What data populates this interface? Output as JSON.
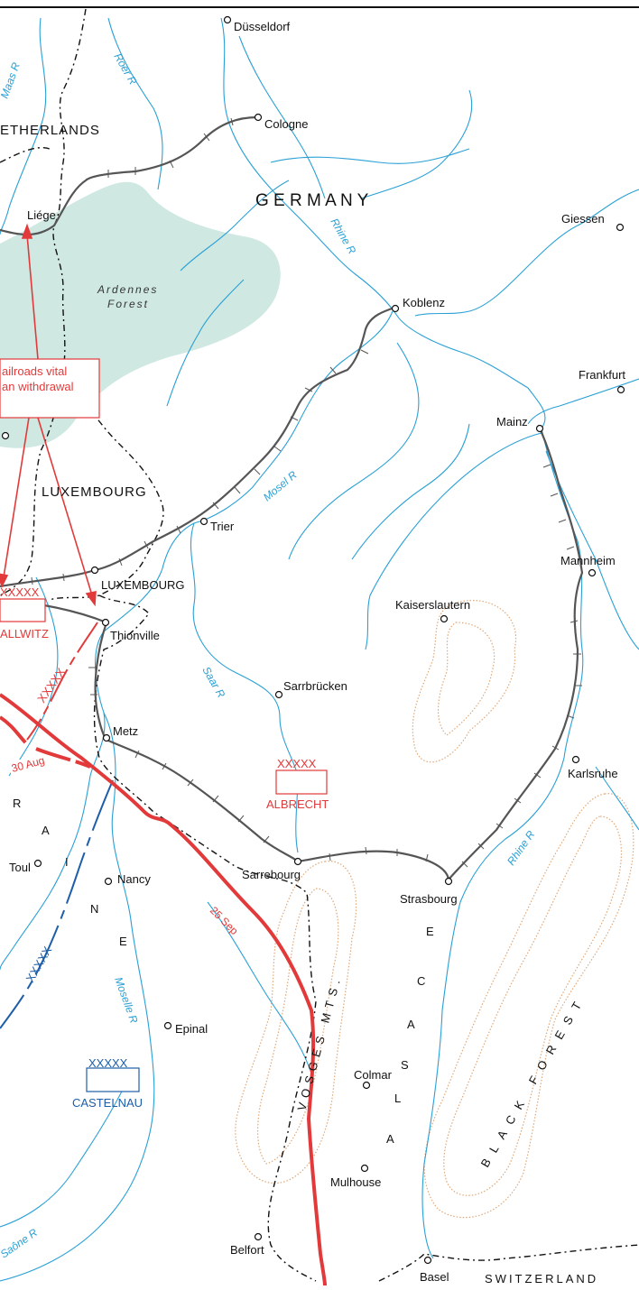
{
  "map": {
    "colors": {
      "river": "#2aa0d6",
      "rail": "#555555",
      "border": "#111111",
      "forest": "#cfe8e2",
      "mountain": "#e0a878",
      "german_army": "#e23a3a",
      "french_army": "#1e5ea8"
    },
    "countries": {
      "netherlands": "ETHERLANDS",
      "germany": "G E R M A N Y",
      "luxembourg": "LUXEMBOURG",
      "switzerland": "SWITZERLAND"
    },
    "regions": {
      "lorraine_letters": [
        "R",
        "A",
        "I",
        "N",
        "E"
      ],
      "alsace_letters": [
        "A",
        "L",
        "S",
        "A",
        "C",
        "E"
      ],
      "vosges": "VOSGES MTS.",
      "black_forest": "BLACK FOREST",
      "ardennes_line1": "Ardennes",
      "ardennes_line2": "Forest"
    },
    "rivers": {
      "maas": "Maas R",
      "roer": "Roer R",
      "rhine_north": "Rhine R",
      "mosel": "Mosel R",
      "saar": "Saar R",
      "rhine_south": "Rhine R",
      "moselle": "Moselle R",
      "saone": "Saône R"
    },
    "cities": {
      "dusseldorf": "Düsseldorf",
      "cologne": "Cologne",
      "liege": "Liége",
      "giessen": "Giessen",
      "koblenz": "Koblenz",
      "frankfurt": "Frankfurt",
      "mainz": "Mainz",
      "trier": "Trier",
      "luxembourg_city": "LUXEMBOURG",
      "mannheim": "Mannheim",
      "kaiserslautern": "Kaiserslautern",
      "thionville": "Thionville",
      "sarrbrucken": "Sarrbrücken",
      "metz": "Metz",
      "karlsruhe": "Karlsruhe",
      "nancy": "Nancy",
      "toul": "Toul",
      "sarrebourg": "Sarrebourg",
      "strasbourg": "Strasbourg",
      "epinal": "Epinal",
      "colmar": "Colmar",
      "mulhouse": "Mulhouse",
      "belfort": "Belfort",
      "basel": "Basel"
    },
    "annotation": {
      "line1": "ailroads vital",
      "line2": "an withdrawal"
    },
    "armies": {
      "german_symbol": "XXXXX",
      "french_symbol": "XXXXX",
      "boundary_symbol": "XXXXX",
      "albrecht": "ALBRECHT",
      "gallwitz_partial": "ALLWITZ",
      "castelnau": "CASTELNAU"
    },
    "front_dates": {
      "aug30": "30 Aug",
      "sep25": "25 Sep"
    }
  }
}
